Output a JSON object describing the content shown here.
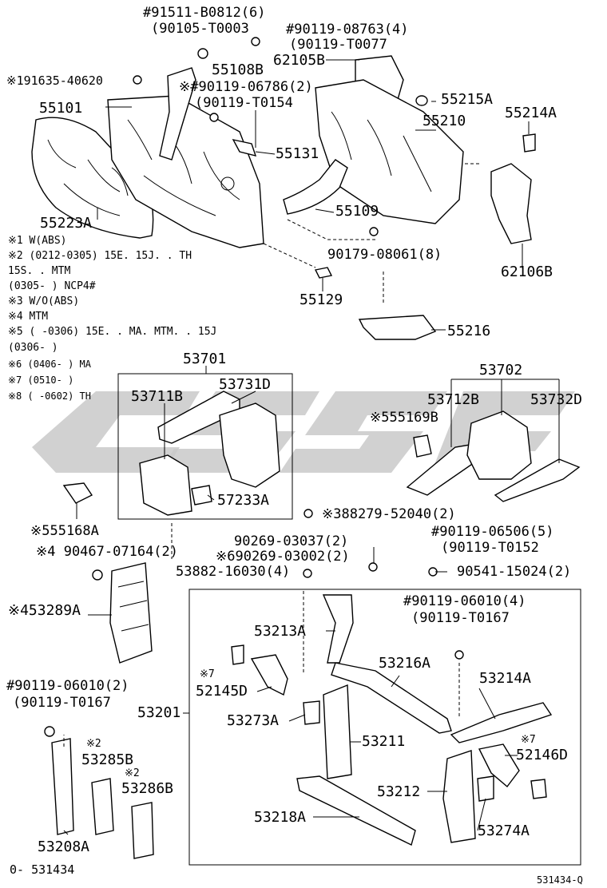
{
  "watermark": {
    "text_shape": "logo",
    "color": "#c8c8c8"
  },
  "callouts": {
    "c_91511": "#91511-B0812(6)",
    "c_90105": "(90105-T0003",
    "c_90119a": "#90119-08763(4)",
    "c_90119a2": "(90119-T0077",
    "c_62105B": "62105B",
    "c_55108B": "55108B",
    "c_191635": "※191635-40620",
    "c_90119b": "※#90119-06786(2)",
    "c_90119b2": "(90119-T0154",
    "c_55215A": "55215A",
    "c_55214A": "55214A",
    "c_55101": "55101",
    "c_55210": "55210",
    "c_55131": "55131",
    "c_55223A": "55223A",
    "c_55109": "55109",
    "c_90179": "90179-08061(8)",
    "c_62106B": "62106B",
    "c_55129": "55129",
    "c_55216": "55216",
    "c_53701": "53701",
    "c_53731D": "53731D",
    "c_53711B": "53711B",
    "c_53702": "53702",
    "c_53712B": "53712B",
    "c_53732D": "53732D",
    "c_55169B": "※555169B",
    "c_57233A": "57233A",
    "c_88279": "※388279-52040(2)",
    "c_55168A": "※555168A",
    "c_90269a": "90269-03037(2)",
    "c_90467": "※4 90467-07164(2)",
    "c_90269b": "※690269-03002(2)",
    "c_53882": "53882-16030(4)",
    "c_90119c": "#90119-06506(5)",
    "c_90119c2": "(90119-T0152",
    "c_90541": "90541-15024(2)",
    "c_53289A": "※453289A",
    "c_90119d": "#90119-06010(4)",
    "c_90119d2": "(90119-T0167",
    "c_53213A": "53213A",
    "c_53216A": "53216A",
    "c_53214A": "53214A",
    "c_52145D_mark": "※7",
    "c_52145D": "52145D",
    "c_53201": "53201",
    "c_53273A": "53273A",
    "c_53211": "53211",
    "c_52146D_mark": "※7",
    "c_52146D": "52146D",
    "c_90119e": "#90119-06010(2)",
    "c_90119e2": "(90119-T0167",
    "c_53285B_mark": "※2",
    "c_53285B": "53285B",
    "c_53286B_mark": "※2",
    "c_53286B": "53286B",
    "c_53212": "53212",
    "c_53218A": "53218A",
    "c_53274A": "53274A",
    "c_53208A": "53208A",
    "c_footer_left": "0- 531434",
    "c_footer_right": "531434-Q"
  },
  "notes": [
    "※1  W(ABS)",
    "※2 (0212-0305) 15E. 15J. . TH",
    "               15S. . MTM",
    "     (0305-         ) NCP4#",
    "※3  W/O(ABS)",
    "※4  MTM",
    "※5 (         -0306) 15E. . MA. MTM. . 15J",
    "     (0306-         )",
    "※6  (0406-         ) MA",
    "※7  (0510-         )",
    "※8  (         -0602) TH"
  ]
}
